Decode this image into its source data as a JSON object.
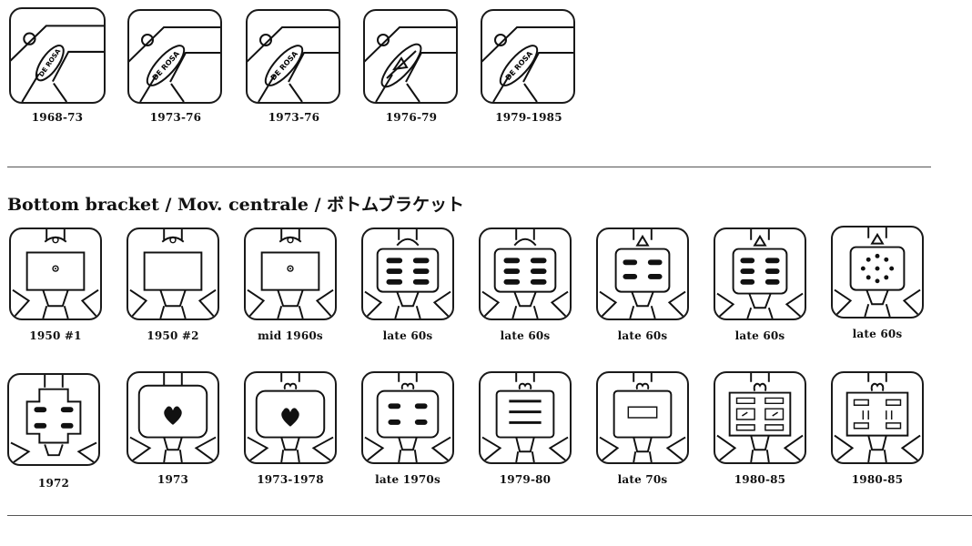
{
  "lugs": [
    {
      "label": "1968-73",
      "logo": "DE ROSA"
    },
    {
      "label": "1973-76",
      "logo": "DE ROSA"
    },
    {
      "label": "1973-76",
      "logo": "DE ROSA"
    },
    {
      "label": "1976-79",
      "logo": ""
    },
    {
      "label": "1979-1985",
      "logo": "DE ROSA"
    }
  ],
  "section": {
    "title_latin": "Bottom bracket / Mov. centrale / ",
    "title_japanese": "ボトムブラケット"
  },
  "brackets_row1": [
    {
      "label": "1950 #1"
    },
    {
      "label": "1950 #2"
    },
    {
      "label": "mid 1960s"
    },
    {
      "label": "late 60s"
    },
    {
      "label": "late 60s"
    },
    {
      "label": "late 60s"
    },
    {
      "label": "late 60s"
    },
    {
      "label": "late 60s"
    }
  ],
  "brackets_row2": [
    {
      "label": "1972"
    },
    {
      "label": "1973"
    },
    {
      "label": "1973-1978"
    },
    {
      "label": "late 1970s"
    },
    {
      "label": "1979-80"
    },
    {
      "label": "late 70s"
    },
    {
      "label": "1980-85"
    },
    {
      "label": "1980-85"
    }
  ]
}
